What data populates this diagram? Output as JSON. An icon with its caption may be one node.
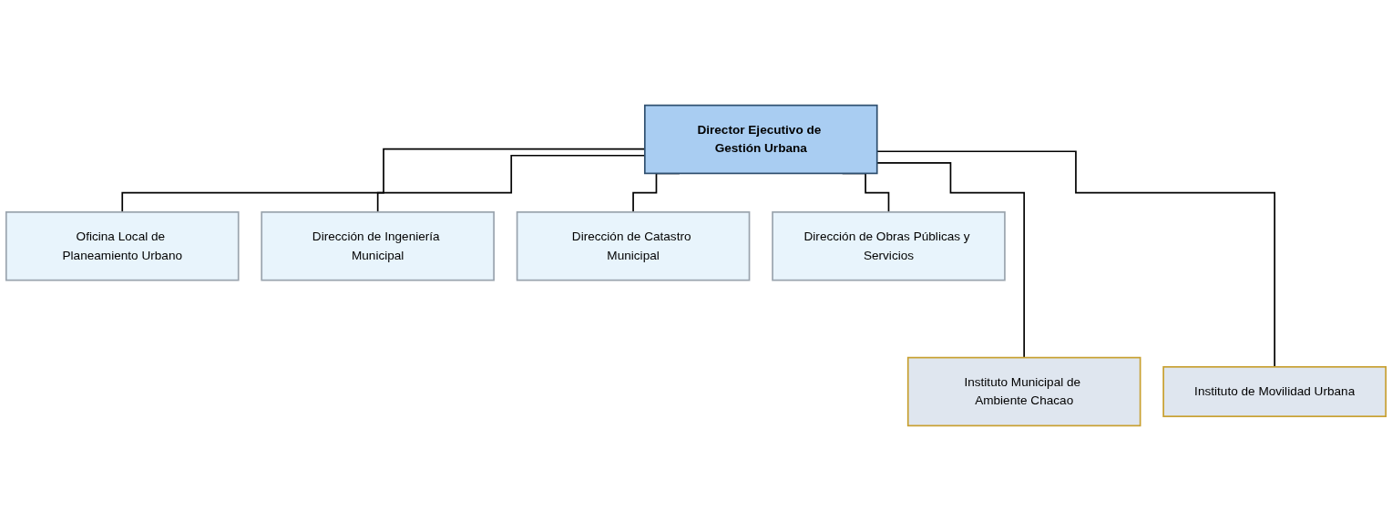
{
  "diagram": {
    "nodes": [
      {
        "text": [
          "Director Ejecutivo de Gestión Urbana"
        ]
      },
      {
        "text": [
          "Oficina Local de Planeamiento Urbano"
        ]
      },
      {
        "text": [
          "Dirección de Ingeniería Municipal"
        ]
      },
      {
        "text": [
          "Dirección de Catastro Municipal"
        ]
      },
      {
        "text": [
          "Dirección de Obras Públicas y Servicios"
        ]
      },
      {
        "text": [
          "Instituto Municipal de Ambiente Chacao"
        ]
      },
      {
        "text": [
          "Instituto de Movilidad Urbana"
        ]
      }
    ],
    "edges": [
      {
        "from": 0,
        "to": 1,
        "arrow": "none"
      },
      {
        "from": 0,
        "to": 2,
        "arrow": "none"
      },
      {
        "from": 0,
        "to": 3,
        "arrow": "none"
      },
      {
        "from": 0,
        "to": 4,
        "arrow": "none"
      },
      {
        "from": 0,
        "to": 5,
        "arrow": "none"
      },
      {
        "from": 0,
        "to": 6,
        "arrow": "none"
      }
    ]
  }
}
